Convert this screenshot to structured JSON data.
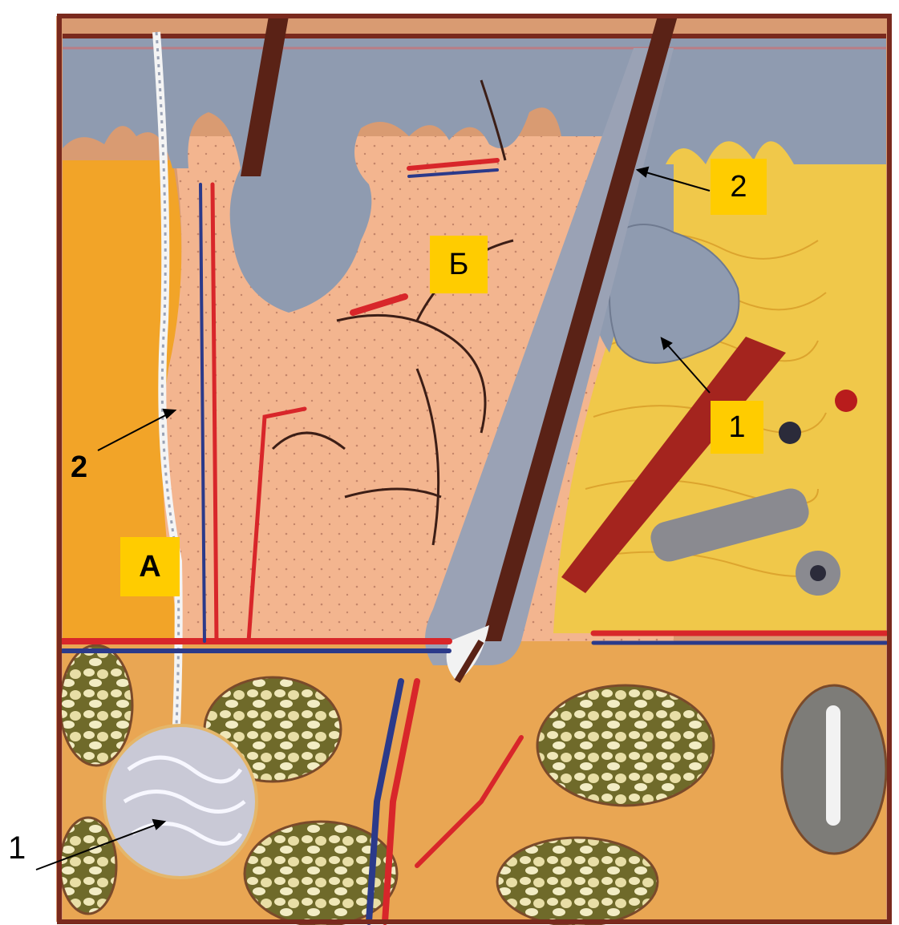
{
  "labels": {
    "b": "Б",
    "a": "А",
    "two_top_right": "2",
    "one_right": "1",
    "two_left": "2",
    "one_bottom_left": "1"
  },
  "colors": {
    "label_box": "#ffcc00",
    "epidermis": "#8f9bb0",
    "dermis": "#f3b58f",
    "hypodermis_fat": "#f2a428",
    "hair_shaft": "#5a2216",
    "artery": "#d8262a",
    "vein": "#2b3a8a"
  }
}
